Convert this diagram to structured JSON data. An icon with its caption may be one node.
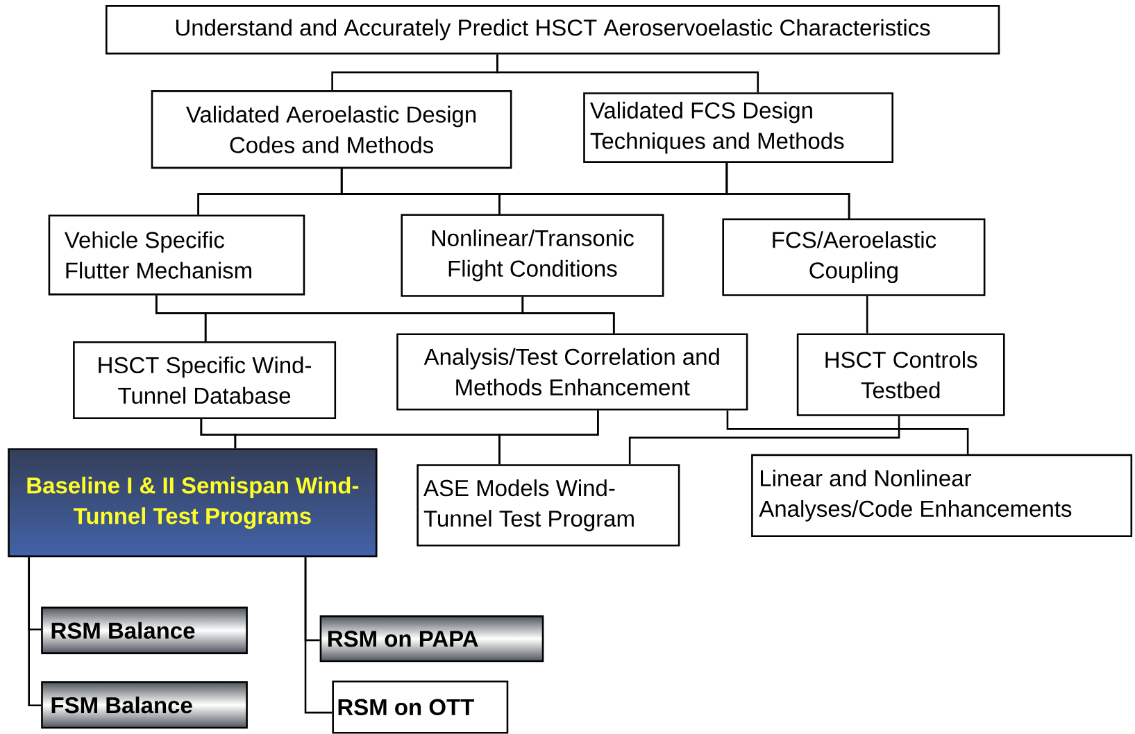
{
  "diagram": {
    "nodes": [
      {
        "text": [
          "Understand and Accurately Predict HSCT Aeroservoelastic Characteristics"
        ]
      },
      {
        "text": [
          "Validated Aeroelastic Design Codes and Methods"
        ]
      },
      {
        "text": [
          "Validated FCS Design Techniques and Methods"
        ]
      },
      {
        "text": [
          "Vehicle Specific Flutter Mechanism"
        ]
      },
      {
        "text": [
          "Nonlinear/Transonic Flight Conditions"
        ]
      },
      {
        "text": [
          "FCS/Aeroelastic Coupling"
        ]
      },
      {
        "text": [
          "HSCT Specific Wind-Tunnel Database"
        ]
      },
      {
        "text": [
          "Analysis/Test Correlation and Methods Enhancement"
        ]
      },
      {
        "text": [
          "HSCT Controls Testbed"
        ]
      },
      {
        "text": [
          "Baseline I & II Semispan Wind-Tunnel Test Programs"
        ]
      },
      {
        "text": [
          "ASE Models Wind-Tunnel Test Program"
        ]
      },
      {
        "text": [
          "Linear and Nonlinear Analyses/Code Enhancements"
        ]
      },
      {
        "text": [
          "RSM Balance"
        ]
      },
      {
        "text": [
          "FSM Balance"
        ]
      },
      {
        "text": [
          "RSM on PAPA"
        ]
      },
      {
        "text": [
          "RSM on OTT"
        ]
      }
    ],
    "edges": [
      {
        "from": 0,
        "to": 1,
        "arrow": "none"
      },
      {
        "from": 0,
        "to": 2,
        "arrow": "none"
      },
      {
        "from": 1,
        "to": 3,
        "arrow": "none"
      },
      {
        "from": 1,
        "to": 4,
        "arrow": "none"
      },
      {
        "from": 1,
        "to": 5,
        "arrow": "none"
      },
      {
        "from": 2,
        "to": 3,
        "arrow": "none"
      },
      {
        "from": 2,
        "to": 4,
        "arrow": "none"
      },
      {
        "from": 2,
        "to": 5,
        "arrow": "none"
      },
      {
        "from": 3,
        "to": 6,
        "arrow": "none"
      },
      {
        "from": 3,
        "to": 7,
        "arrow": "none"
      },
      {
        "from": 4,
        "to": 6,
        "arrow": "none"
      },
      {
        "from": 4,
        "to": 7,
        "arrow": "none"
      },
      {
        "from": 5,
        "to": 8,
        "arrow": "none"
      },
      {
        "from": 6,
        "to": 9,
        "arrow": "none"
      },
      {
        "from": 6,
        "to": 10,
        "arrow": "none"
      },
      {
        "from": 7,
        "to": 9,
        "arrow": "none"
      },
      {
        "from": 7,
        "to": 10,
        "arrow": "none"
      },
      {
        "from": 7,
        "to": 11,
        "arrow": "none"
      },
      {
        "from": 8,
        "to": 10,
        "arrow": "none"
      },
      {
        "from": 9,
        "to": 12,
        "arrow": "none"
      },
      {
        "from": 9,
        "to": 13,
        "arrow": "none"
      },
      {
        "from": 9,
        "to": 14,
        "arrow": "none"
      },
      {
        "from": 9,
        "to": 15,
        "arrow": "none"
      }
    ]
  }
}
